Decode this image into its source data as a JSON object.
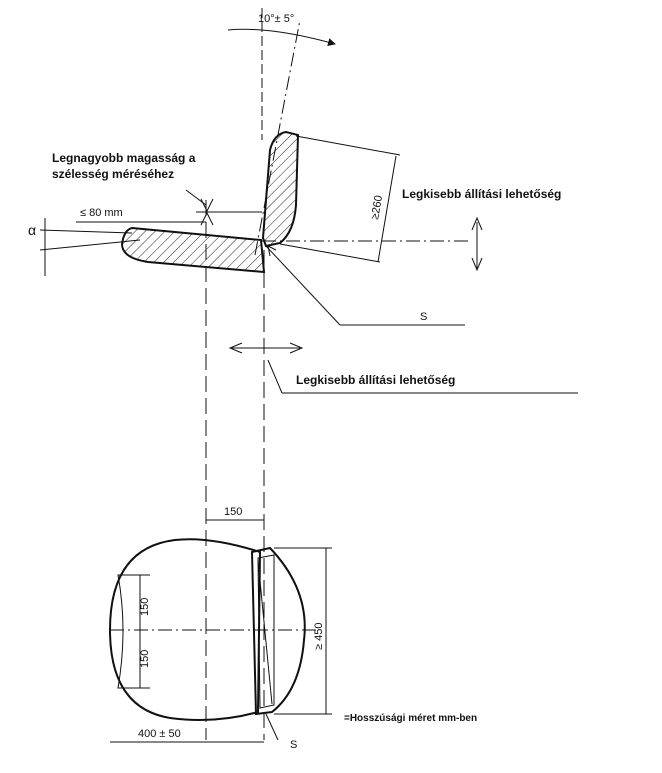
{
  "labels": {
    "angle_top": "10°± 5°",
    "max_height_line1": "Legnagyobb magasság a",
    "max_height_line2": "szélesség méréséhez",
    "min_adjust_right": "Legkisebb állítási lehetőség",
    "min_adjust_bottom": "Legkisebb állítási lehetőség",
    "alpha": "α",
    "dim_80": "≤ 80 mm",
    "dim_260": "≥260",
    "s_top": "S",
    "s_bottom": "S",
    "dim_150_top": "150",
    "dim_150_a": "150",
    "dim_150_b": "150",
    "dim_450": "≥ 450",
    "dim_400": "400 ± 50",
    "units_note": "=Hosszúsági méret mm-ben"
  }
}
